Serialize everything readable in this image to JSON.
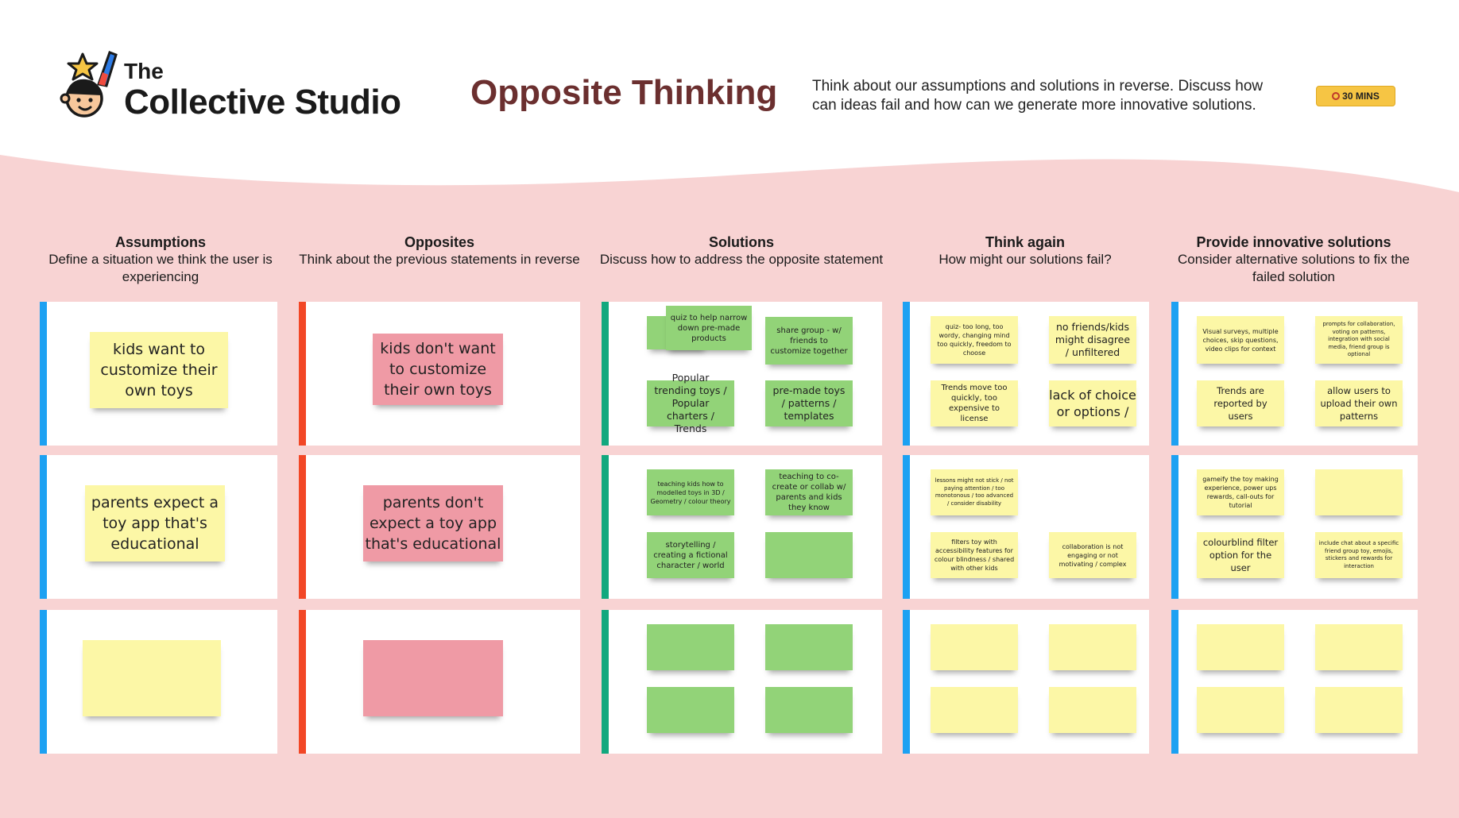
{
  "header": {
    "logo_line1": "The",
    "logo_line2": "Collective Studio",
    "title": "Opposite Thinking",
    "description": "Think about our assumptions and solutions in reverse. Discuss how can ideas fail and how can we generate more innovative solutions.",
    "timer_label": "30 MINS"
  },
  "colors": {
    "assumptions_bar": "#1da1f2",
    "opposites_bar": "#f24726",
    "solutions_bar": "#12a87e",
    "think_again_bar": "#1da1f2",
    "innovative_bar": "#1da1f2",
    "background_pink": "#f8d3d3",
    "title": "#6b2f2f"
  },
  "columns": [
    {
      "heading": "Assumptions",
      "sub": "Define a situation we think the user is experiencing"
    },
    {
      "heading": "Opposites",
      "sub": "Think about the previous statements in reverse"
    },
    {
      "heading": "Solutions",
      "sub": "Discuss how to address the opposite statement"
    },
    {
      "heading": "Think again",
      "sub": "How might our solutions fail?"
    },
    {
      "heading": "Provide innovative solutions",
      "sub": "Consider alternative solutions to fix the failed solution"
    }
  ],
  "assumptions": {
    "row1": "kids want to customize their own toys",
    "row2": "parents expect a toy app that's educational",
    "row3": ""
  },
  "opposites": {
    "row1": "kids don't want to customize their own toys",
    "row2": "parents don't expect a toy app that's educational",
    "row3": ""
  },
  "solutions": {
    "row1": [
      "quiz to help narrow down pre-made products",
      "share group - w/ friends to customize together",
      "Popular trending toys / Popular charters / Trends",
      "pre-made toys / patterns / templates"
    ],
    "row2": [
      "teaching kids how to modelled toys in 3D / Geometry / colour theory",
      "teaching to co-create or collab w/ parents and kids they know",
      "storytelling / creating a fictional character / world",
      ""
    ],
    "row3": [
      "",
      "",
      "",
      ""
    ]
  },
  "think_again": {
    "row1": [
      "quiz- too long, too wordy, changing mind too quickly, freedom to choose",
      "no friends/kids might disagree / unfiltered",
      "Trends move too quickly, too expensive to license",
      "lack of choice or options /"
    ],
    "row2": [
      "lessons might not stick / not paying attention / too monotonous / too advanced / consider disability",
      "filters toy with accessibility features for colour blindness / shared with other kids",
      "collaboration is not engaging or not motivating / complex"
    ],
    "row3": [
      "",
      "",
      "",
      ""
    ]
  },
  "innovative": {
    "row1": [
      "Visual surveys, multiple choices, skip questions, video clips for context",
      "prompts for collaboration, voting on patterns, integration with social media, friend group is optional",
      "Trends are reported by users",
      "allow users to upload their own patterns"
    ],
    "row2": [
      "gameify the toy making experience, power ups rewards, call-outs for tutorial",
      "",
      "colourblind filter option for the user",
      "include chat about a specific friend group toy, emojis, stickers and rewards for interaction"
    ],
    "row3": [
      "",
      "",
      "",
      ""
    ]
  }
}
